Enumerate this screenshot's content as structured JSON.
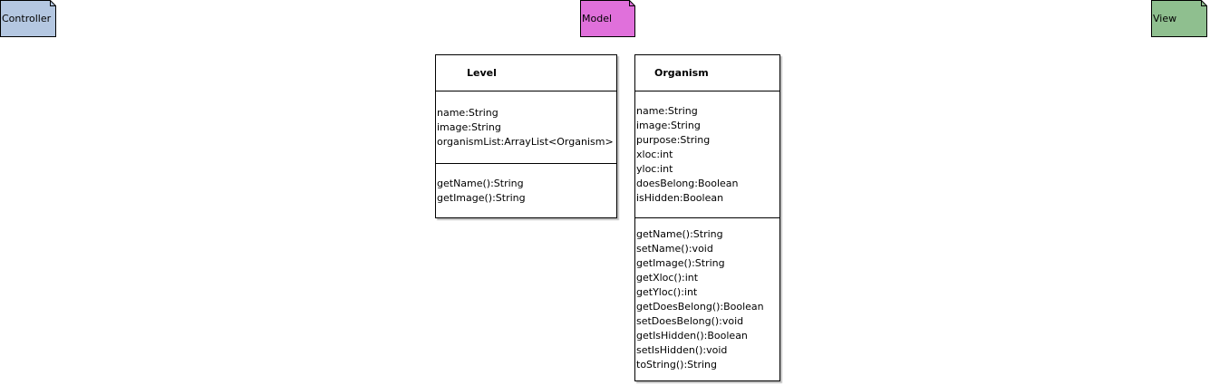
{
  "packages": [
    {
      "label": "Controller",
      "color": "#b4c7e1"
    },
    {
      "label": "Model",
      "color": "#e070db"
    },
    {
      "label": "View",
      "color": "#8fbf8f"
    }
  ],
  "classes": {
    "level": {
      "name": "Level",
      "attributes": [
        "name:String",
        "image:String",
        "organismList:ArrayList<Organism>"
      ],
      "methods": [
        "getName():String",
        "getImage():String"
      ]
    },
    "organism": {
      "name": "Organism",
      "attributes": [
        "name:String",
        "image:String",
        "purpose:String",
        "xloc:int",
        "yloc:int",
        "doesBelong:Boolean",
        "isHidden:Boolean"
      ],
      "methods": [
        "getName():String",
        "setName():void",
        "getImage():String",
        "getXloc():int",
        "getYloc():int",
        "getDoesBelong():Boolean",
        "setDoesBelong():void",
        "getIsHidden():Boolean",
        "setIsHidden():void",
        "toString():String"
      ]
    }
  }
}
